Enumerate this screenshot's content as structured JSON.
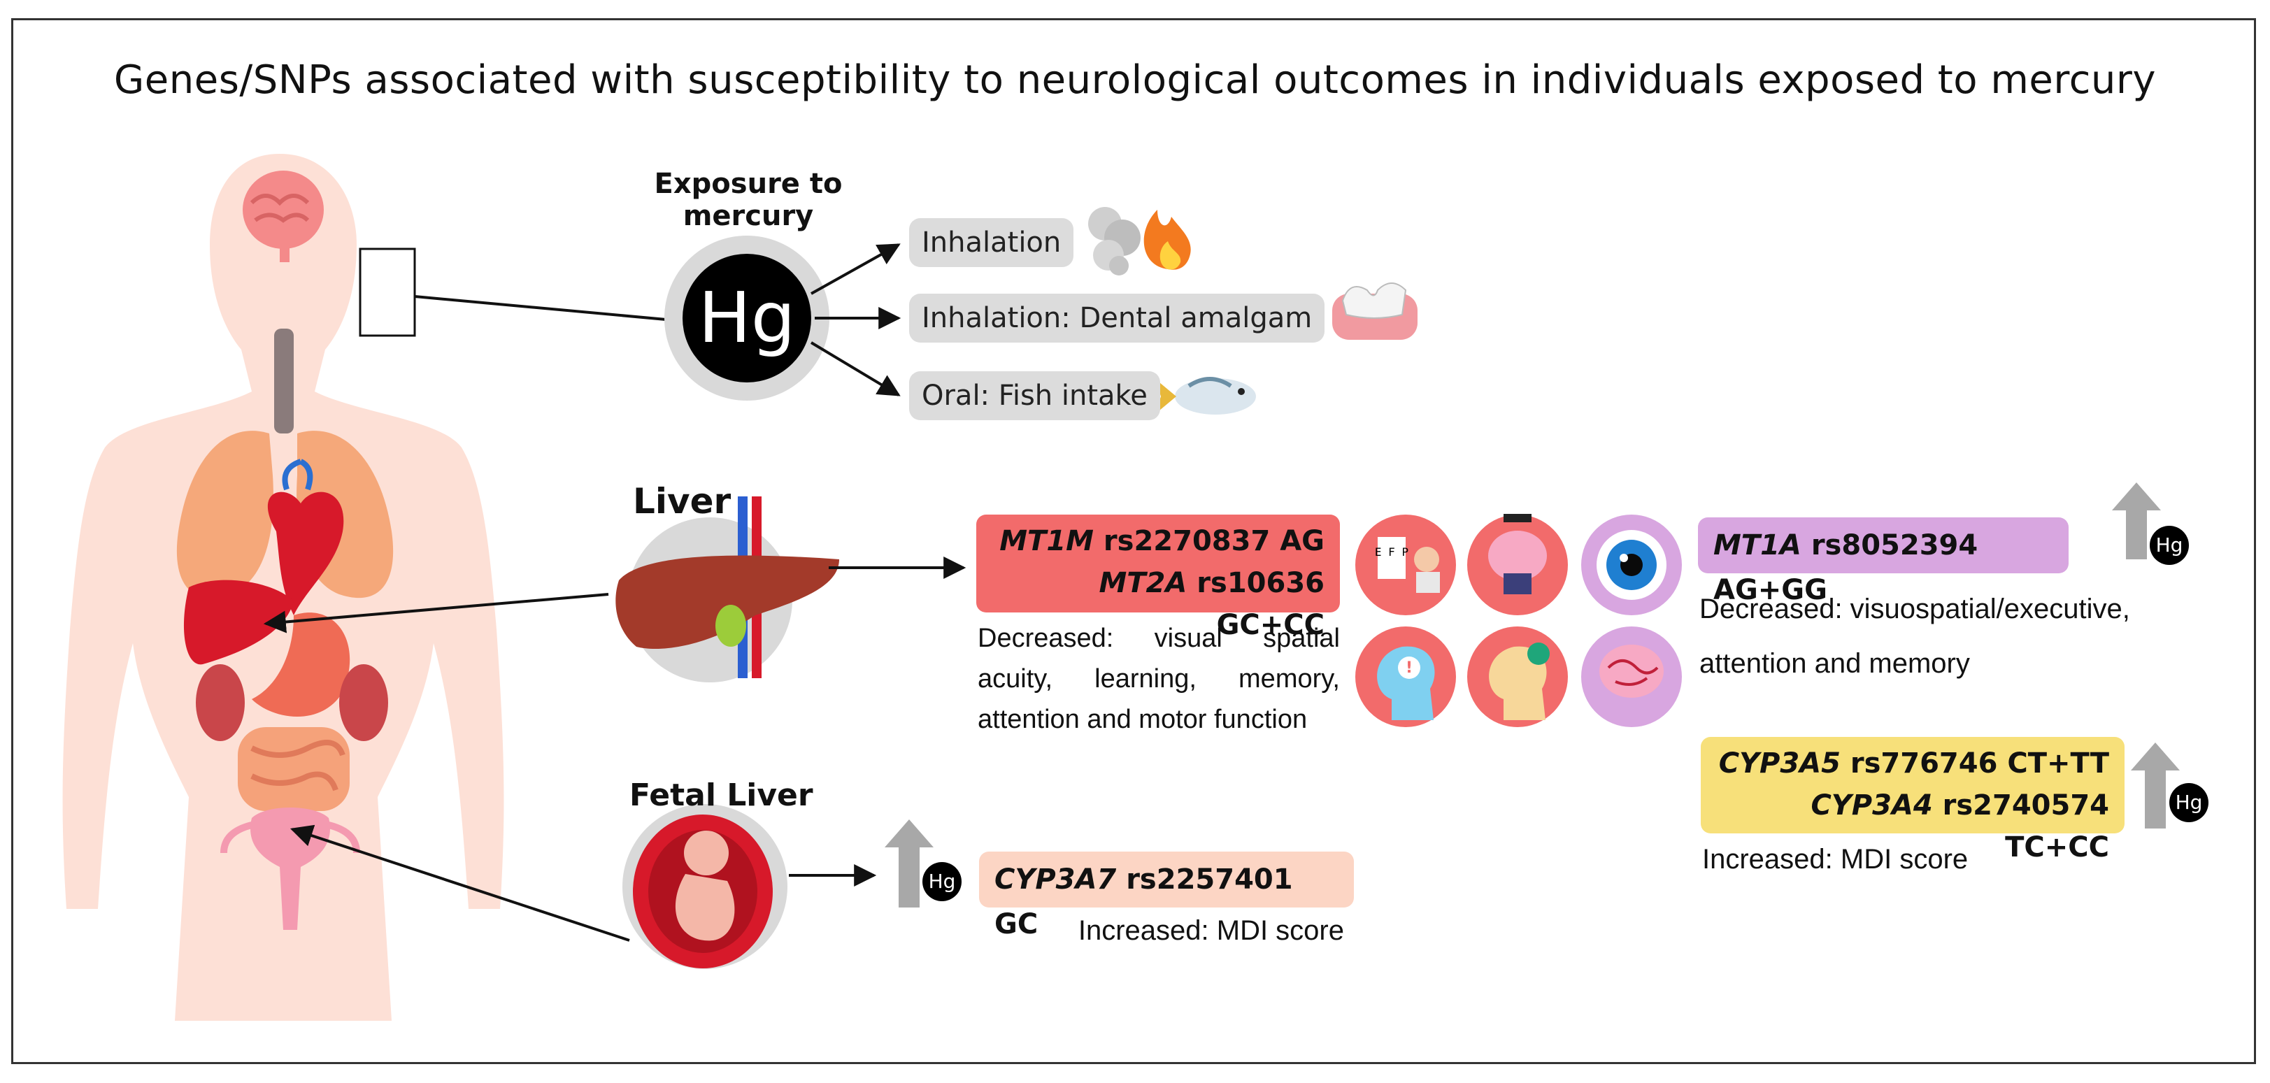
{
  "title": "Genes/SNPs associated with susceptibility to neurological outcomes in individuals exposed to mercury",
  "exposure": {
    "heading": "Exposure to mercury",
    "symbol": "Hg",
    "routes": [
      {
        "label": "Inhalation",
        "icons": [
          "smoke-icon",
          "fire-icon"
        ]
      },
      {
        "label": "Inhalation: Dental amalgam",
        "icons": [
          "teeth-icon"
        ]
      },
      {
        "label": "Oral: Fish intake",
        "icons": [
          "fish-icon"
        ]
      }
    ]
  },
  "organs": {
    "liver": "Liver",
    "fetal_liver": "Fetal Liver"
  },
  "hg_badge": "Hg",
  "genes": {
    "mt1m": {
      "gene": "MT1M",
      "snp": "rs2270837 AG"
    },
    "mt2a": {
      "gene": "MT2A",
      "snp": "rs10636 GC+CC"
    },
    "mt1a": {
      "gene": "MT1A",
      "snp": "rs8052394 AG+GG"
    },
    "cyp3a5": {
      "gene": "CYP3A5",
      "snp": "rs776746 CT+TT"
    },
    "cyp3a4": {
      "gene": "CYP3A4",
      "snp": "rs2740574 TC+CC"
    },
    "cyp3a7": {
      "gene": "CYP3A7",
      "snp": "rs2257401 GC"
    }
  },
  "outcomes": {
    "mt_liver": "Decreased: visual spatial acuity, learning, memory, attention and motor function",
    "mt1a": "Decreased: visuospatial/executive, attention and memory",
    "cyp3a5_cyp3a4": "Increased: MDI score",
    "cyp3a7": "Increased: MDI score"
  },
  "outcome_icons": [
    "eye-exam-icon",
    "brain-reading-icon",
    "eye-icon",
    "head-alert-icon",
    "head-puzzle-icon",
    "brain-vessels-icon"
  ],
  "colors": {
    "salmon": "#f26b6b",
    "purple": "#d8a6e0",
    "yellow": "#f7e07a",
    "peach": "#fcd5c4",
    "grey_pill": "#dcdcdc",
    "hg_black": "#000000",
    "up_arrow": "#a8a8a8"
  }
}
